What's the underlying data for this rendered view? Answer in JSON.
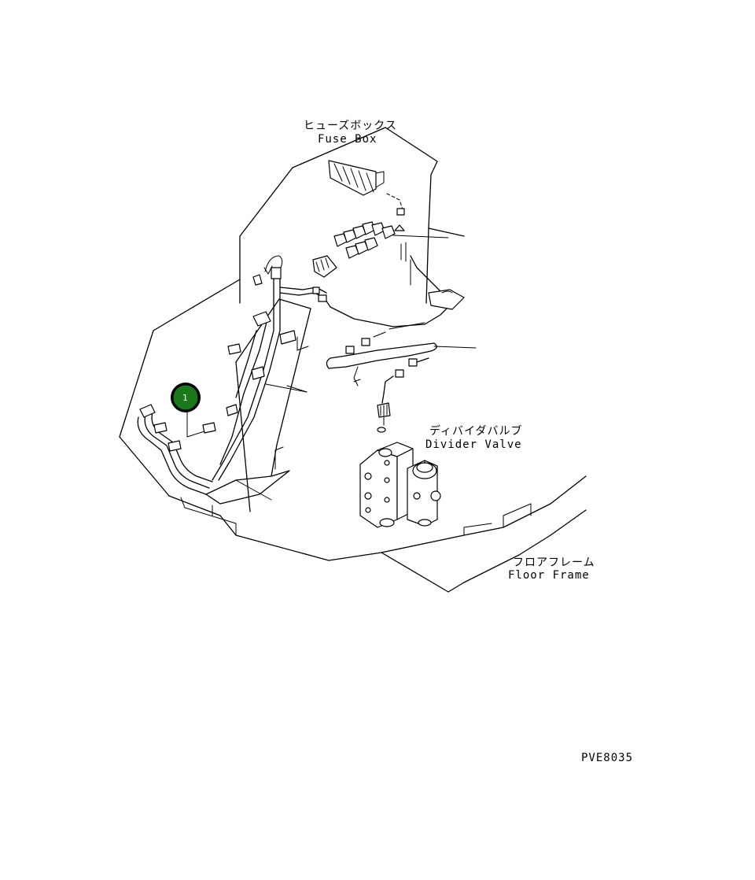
{
  "labels": {
    "fuse_box_jp": "ヒューズボックス",
    "fuse_box_en": "Fuse Box",
    "divider_valve_jp": "ディバイダバルブ",
    "divider_valve_en": "Divider Valve",
    "floor_frame_jp": "フロアフレーム",
    "floor_frame_en": "Floor Frame",
    "drawing_code": "PVE8035"
  },
  "callouts": [
    {
      "number": "1"
    }
  ],
  "colors": {
    "line": "#000000",
    "background": "#ffffff",
    "callout_fill": "#1a7a1a",
    "callout_ring": "#000000"
  }
}
